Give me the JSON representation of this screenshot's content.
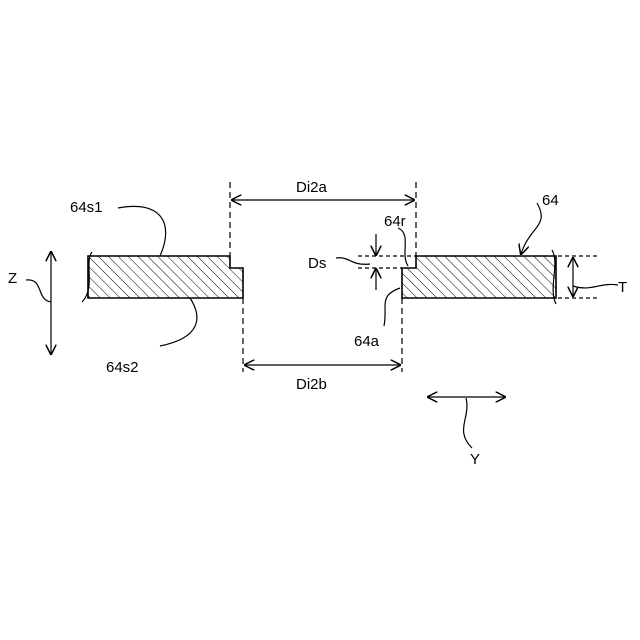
{
  "labels": {
    "di2a": "Di2a",
    "di2b": "Di2b",
    "s1": "64s1",
    "s2": "64s2",
    "z": "Z",
    "ds": "Ds",
    "r": "64r",
    "a": "64a",
    "part": "64",
    "t": "T",
    "y": "Y"
  },
  "colors": {
    "line": "#000000",
    "background": "#ffffff"
  }
}
